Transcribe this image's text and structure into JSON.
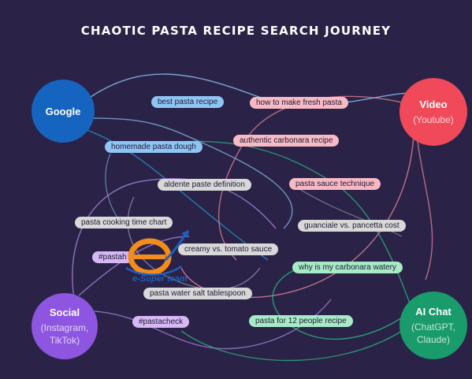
{
  "title": "CHAOTIC PASTA RECIPE SEARCH JOURNEY",
  "nodes": {
    "google": {
      "label": "Google",
      "color": "#1565c0"
    },
    "video": {
      "label": "Video",
      "sub": "(Youtube)",
      "color": "#f04a5a"
    },
    "social": {
      "label": "Social",
      "sub": "(Instagram,\nTikTok)",
      "color": "#8e55e0"
    },
    "aichat": {
      "label": "AI Chat",
      "sub": "(ChatGPT,\nClaude)",
      "color": "#1a9b6b"
    }
  },
  "queries": [
    {
      "text": "best pasta recipe",
      "color": "#8ec5f5"
    },
    {
      "text": "how to make fresh pasta",
      "color": "#f7b9c4"
    },
    {
      "text": "homemade pasta dough",
      "color": "#8ec5f5"
    },
    {
      "text": "authentic carbonara recipe",
      "color": "#f7b9c4"
    },
    {
      "text": "aldente paste definition",
      "color": "#d8d8d8"
    },
    {
      "text": "pasta sauce technique",
      "color": "#f7b9c4"
    },
    {
      "text": "pasta cooking time chart",
      "color": "#d8d8d8"
    },
    {
      "text": "guanciale vs. pancetta cost",
      "color": "#d8d8d8"
    },
    {
      "text": "#pastah",
      "color": "#d6b8f5"
    },
    {
      "text": "creamy vs. tomato sauce",
      "color": "#d8d8d8"
    },
    {
      "text": "why is my carbonara watery",
      "color": "#a7eac6"
    },
    {
      "text": "pasta water salt tablespoon",
      "color": "#d8d8d8"
    },
    {
      "text": "#pastacheck",
      "color": "#d6b8f5"
    },
    {
      "text": "pasta for 12 people recipe",
      "color": "#a7eac6"
    }
  ],
  "watermark": {
    "text": "e-Super team",
    "color": "#1f5fbf",
    "accent": "#f28c1a"
  }
}
